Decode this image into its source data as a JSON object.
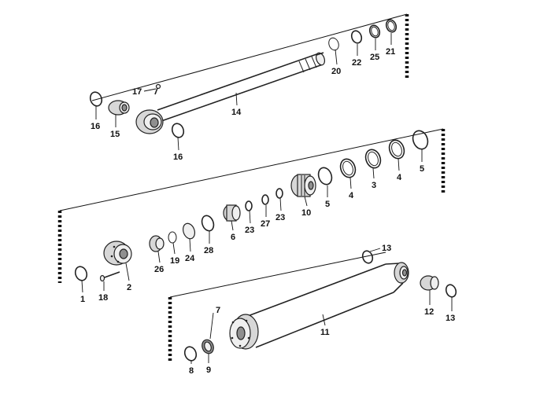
{
  "diagram": {
    "labels": {
      "l1": "1",
      "l2": "2",
      "l3": "3",
      "l4a": "4",
      "l4b": "4",
      "l5a": "5",
      "l5b": "5",
      "l6": "6",
      "l7": "7",
      "l8": "8",
      "l9": "9",
      "l10": "10",
      "l11": "11",
      "l12": "12",
      "l13a": "13",
      "l13b": "13",
      "l14": "14",
      "l15": "15",
      "l16a": "16",
      "l16b": "16",
      "l17": "17",
      "l18": "18",
      "l19": "19",
      "l20": "20",
      "l21": "21",
      "l22": "22",
      "l23a": "23",
      "l23b": "23",
      "l24": "24",
      "l25": "25",
      "l26": "26",
      "l27": "27",
      "l28": "28"
    }
  }
}
